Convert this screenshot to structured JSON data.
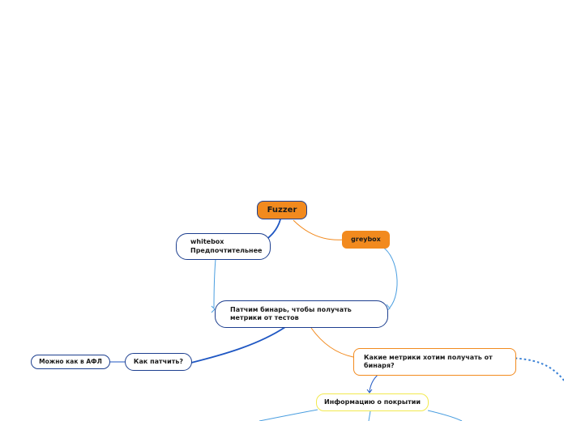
{
  "colors": {
    "accent_orange": "#f28a1e",
    "line_blue": "#1f57c3",
    "line_light_blue": "#4a9ee0",
    "node_border_dark": "#1d3f8f",
    "node_border_orange": "#f28a1e",
    "node_border_yellow": "#f2e94e"
  },
  "nodes": {
    "root": {
      "label": "Fuzzer"
    },
    "whitebox": {
      "line1": "whitebox",
      "line2": "Предпочтительнее"
    },
    "greybox": {
      "label": "greybox"
    },
    "patch": {
      "line1": "Патчим бинарь, чтобы получать",
      "line2": "метрики от тестов"
    },
    "how_patch": {
      "label": "Как патчить?"
    },
    "afl": {
      "label": "Можно как в АФЛ"
    },
    "metrics": {
      "line1": "Какие метрики хотим получать от",
      "line2": "бинаря?"
    },
    "coverage": {
      "label": "Информацию о покрытии"
    }
  }
}
